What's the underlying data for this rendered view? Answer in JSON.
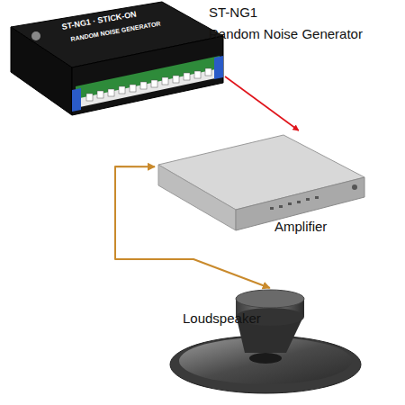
{
  "diagram": {
    "nodes": [
      {
        "text": [
          "ST-NG1 · STICK-ON",
          "RANDOM NOISE GENERATOR",
          "ST-NG1",
          "Random Noise Generator"
        ]
      },
      {
        "text": [
          "Amplifier"
        ]
      },
      {
        "text": [
          "Loudspeaker"
        ]
      }
    ],
    "edges": [
      {
        "from": 0,
        "to": 1,
        "arrow": "to"
      },
      {
        "from": 1,
        "to": 2,
        "arrow": "both"
      }
    ]
  }
}
